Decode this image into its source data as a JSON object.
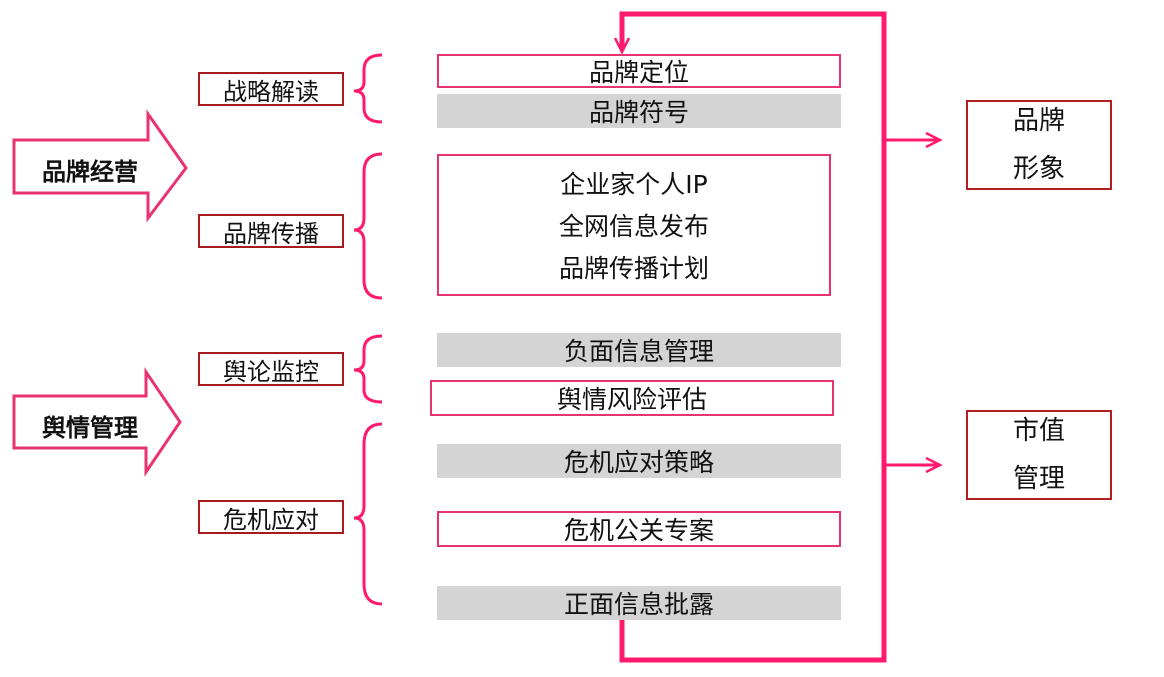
{
  "colors": {
    "accent": "#ff1a6e",
    "label_border": "#a61b1b",
    "gray_fill": "#d4d4d4"
  },
  "sections": {
    "brand_ops": "品牌经营",
    "public_opinion": "舆情管理"
  },
  "categories": {
    "strategy": "战略解读",
    "communication": "品牌传播",
    "monitoring": "舆论监控",
    "crisis": "危机应对"
  },
  "items": {
    "positioning": "品牌定位",
    "symbol": "品牌符号",
    "communication_group": [
      "企业家个人IP",
      "全网信息发布",
      "品牌传播计划"
    ],
    "negative_info": "负面信息管理",
    "risk_assessment": "舆情风险评估",
    "crisis_strategy": "危机应对策略",
    "crisis_pr": "危机公关专案",
    "positive_info": "正面信息批露"
  },
  "outcomes": {
    "brand_image": [
      "品牌",
      "形象"
    ],
    "market_value": [
      "市值",
      "管理"
    ]
  }
}
